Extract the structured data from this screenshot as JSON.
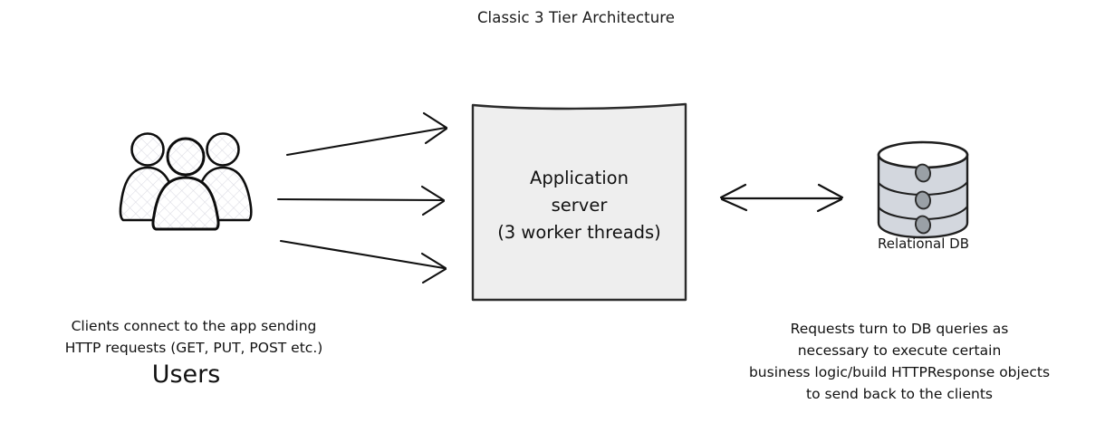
{
  "title": "Classic 3 Tier Architecture",
  "tiers": {
    "client": {
      "icon": "users-group-icon",
      "label": "Users",
      "caption_lines": [
        "Clients connect to the app sending",
        "HTTP requests (GET, PUT, POST etc.)"
      ]
    },
    "application": {
      "shape": "rectangle",
      "label_lines": [
        "Application",
        "server",
        "(3 worker threads)"
      ],
      "worker_threads": 3,
      "fill_color": "#eeeeee",
      "stroke_color": "#2b2b2b"
    },
    "database": {
      "icon": "database-cylinder-icon",
      "label": "Relational DB",
      "segments": 3,
      "fill_color": "#d3d7de",
      "stroke_color": "#1f1f1f",
      "caption_lines": [
        "Requests turn to DB queries as",
        "necessary to execute certain",
        "business logic/build HTTPResponse objects",
        "to send back to the clients"
      ]
    }
  },
  "connections": {
    "users_to_server": {
      "name": "http-request-arrows",
      "count": 3,
      "direction": "one-way",
      "stroke_color": "#111111"
    },
    "server_to_db": {
      "name": "db-query-arrow",
      "direction": "two-way",
      "stroke_color": "#111111"
    }
  },
  "colors": {
    "background": "#ffffff",
    "text": "#111111",
    "box_fill": "#eeeeee",
    "db_fill": "#d3d7de",
    "hatch": "#d8d8e0"
  }
}
